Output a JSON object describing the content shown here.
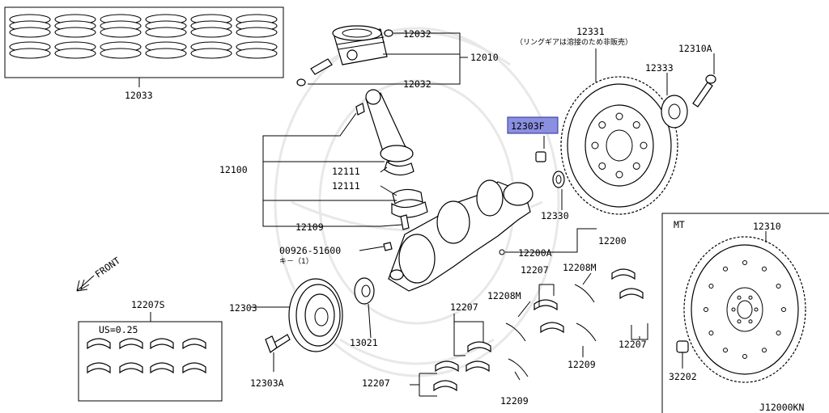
{
  "labels": {
    "p12033": "12033",
    "p12032a": "12032",
    "p12010": "12010",
    "p12032b": "12032",
    "p12331": "12331",
    "note_ring_gear": "（リングギアは溶接のため非販売）",
    "p12310A": "12310A",
    "p12333": "12333",
    "p12303F": "12303F",
    "p12100": "12100",
    "p12111a": "12111",
    "p12111b": "12111",
    "p12330": "12330",
    "p12109": "12109",
    "p12200": "12200",
    "p12200A": "12200A",
    "p00926": "00926-51600",
    "key_qty": "キ－（1）",
    "p12207a": "12207",
    "p12208Ma": "12208M",
    "p12208Mb": "12208M",
    "p12207b": "12207",
    "p12303": "12303",
    "p13021": "13021",
    "p12207c": "12207",
    "p12209a": "12209",
    "p12207d": "12207",
    "p12209b": "12209",
    "p12303A": "12303A",
    "p12207S": "12207S",
    "us": "US=0.25",
    "front": "FRONT",
    "mt": "MT",
    "p12310": "12310",
    "p32202": "32202",
    "diagram_id": "J12000KN"
  },
  "highlight_color": "#8b8fe0"
}
